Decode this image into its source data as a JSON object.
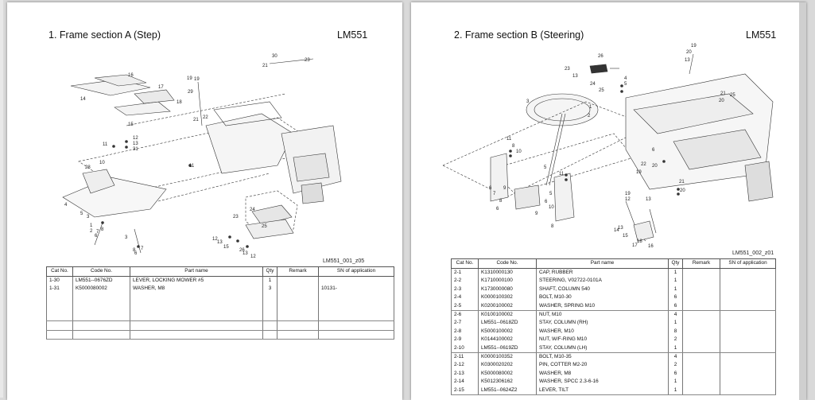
{
  "page_a": {
    "title": "1. Frame section A (Step)",
    "model": "LM551",
    "figure_code": "LM551_001_z05",
    "diagram_labels": [
      "14",
      "15",
      "16",
      "17",
      "18",
      "19",
      "21",
      "30",
      "23",
      "19",
      "29",
      "21",
      "22",
      "11",
      "12",
      "13",
      "31",
      "28",
      "10",
      "11",
      "4",
      "5",
      "3",
      "1",
      "2",
      "7",
      "8",
      "6",
      "3",
      "8",
      "7",
      "6",
      "23",
      "24",
      "25",
      "12",
      "13",
      "15",
      "26",
      "13",
      "12"
    ],
    "table": {
      "headers": [
        "Cat No.",
        "Code No.",
        "Part name",
        "Qty",
        "Remark",
        "SN of application"
      ],
      "rows": [
        {
          "cat": "1-30",
          "code": "LM551--0676ZD",
          "name": "LEVER, LOCKING MOWER #5",
          "qty": "1",
          "remark": "",
          "sn": ""
        },
        {
          "cat": "1-31",
          "code": "K5000080002",
          "name": "WASHER, M8",
          "qty": "3",
          "remark": "",
          "sn": "10131-"
        }
      ]
    }
  },
  "page_b": {
    "title": "2. Frame section B (Steering)",
    "model": "LM551",
    "figure_code": "LM551_002_z01",
    "diagram_labels": [
      "26",
      "23",
      "13",
      "24",
      "25",
      "3",
      "1",
      "2",
      "4",
      "5",
      "19",
      "20",
      "13",
      "21",
      "20",
      "25",
      "11",
      "8",
      "10",
      "5",
      "11",
      "6",
      "9",
      "7",
      "8",
      "6",
      "5",
      "6",
      "10",
      "9",
      "8",
      "6",
      "22",
      "19",
      "20",
      "21",
      "20",
      "19",
      "12",
      "13",
      "14",
      "15",
      "18",
      "13",
      "17",
      "16"
    ],
    "table": {
      "headers": [
        "Cat No.",
        "Code No.",
        "Part name",
        "Qty",
        "Remark",
        "SN of application"
      ],
      "groups": [
        [
          {
            "cat": "2-1",
            "code": "K1310000130",
            "name": "CAP, RUBBER",
            "qty": "1"
          },
          {
            "cat": "2-2",
            "code": "K1710000100",
            "name": "STEERING, V02722-0101A",
            "qty": "1"
          },
          {
            "cat": "2-3",
            "code": "K1730000080",
            "name": "SHAFT, COLUMN 540",
            "qty": "1"
          },
          {
            "cat": "2-4",
            "code": "K0000100302",
            "name": "BOLT, M10-30",
            "qty": "6"
          },
          {
            "cat": "2-5",
            "code": "K0200100002",
            "name": "WASHER, SPRING M10",
            "qty": "6"
          }
        ],
        [
          {
            "cat": "2-6",
            "code": "K0100100002",
            "name": "NUT, M10",
            "qty": "4"
          },
          {
            "cat": "2-7",
            "code": "LM551--0618ZD",
            "name": "STAY, COLUMN (RH)",
            "qty": "1"
          },
          {
            "cat": "2-8",
            "code": "K5000100002",
            "name": "WASHER, M10",
            "qty": "8"
          },
          {
            "cat": "2-9",
            "code": "K0144100002",
            "name": "NUT, W/F-RING M10",
            "qty": "2"
          },
          {
            "cat": "2-10",
            "code": "LM551--0619ZD",
            "name": "STAY, COLUMN (LH)",
            "qty": "1"
          }
        ],
        [
          {
            "cat": "2-11",
            "code": "K0000100352",
            "name": "BOLT, M10-35",
            "qty": "4"
          },
          {
            "cat": "2-12",
            "code": "K0300020202",
            "name": "PIN, COTTER M2-20",
            "qty": "2"
          },
          {
            "cat": "2-13",
            "code": "K5000080002",
            "name": "WASHER, M8",
            "qty": "6"
          },
          {
            "cat": "2-14",
            "code": "K5012306162",
            "name": "WASHER, SPCC 2.3-6-16",
            "qty": "1"
          },
          {
            "cat": "2-15",
            "code": "LM551--0624Z2",
            "name": "LEVER, TILT",
            "qty": "1"
          }
        ]
      ]
    }
  }
}
